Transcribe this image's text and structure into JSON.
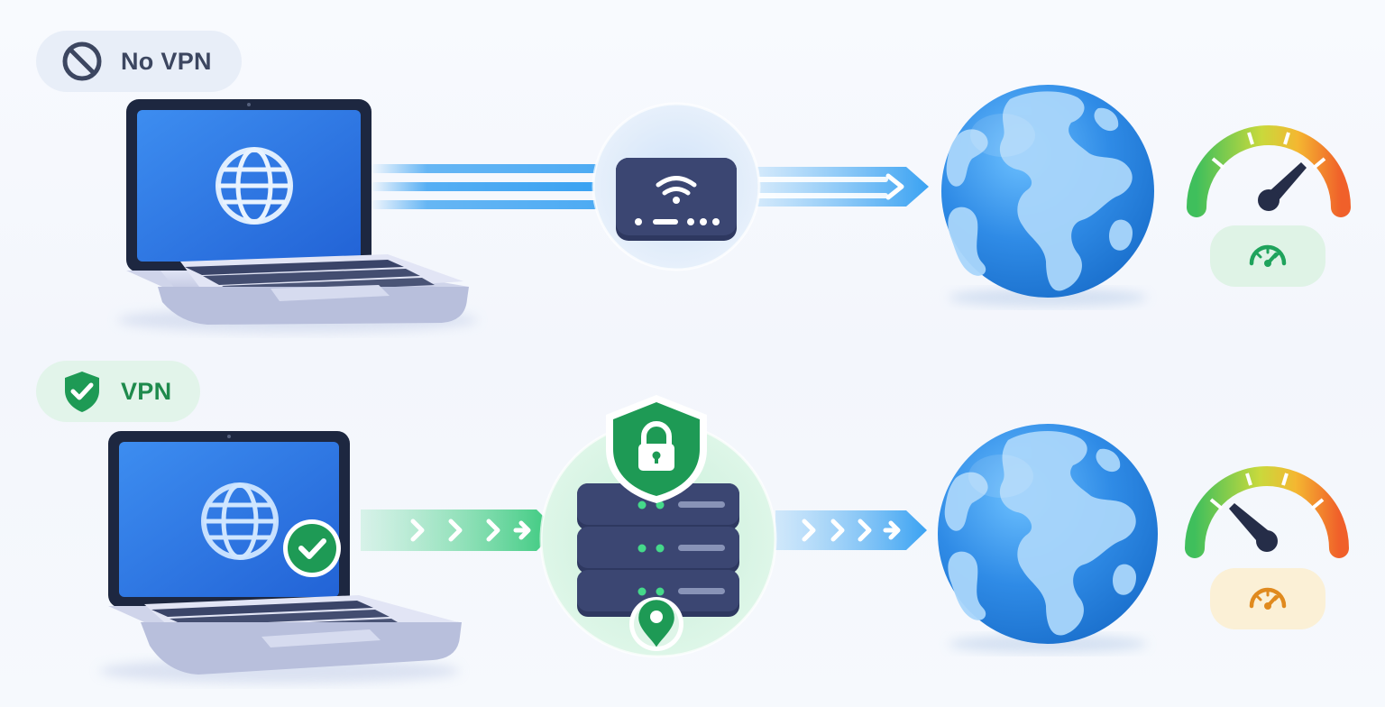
{
  "rows": {
    "no_vpn": {
      "label": "No VPN",
      "badge_icon": "prohibited-icon",
      "path": [
        "laptop-icon",
        "wifi-router-icon",
        "globe-icon",
        "speedometer-icon"
      ],
      "speed_badge_icon": "speedometer-icon",
      "speed_level": 0.75,
      "speed_badge_color": "#1fa35c"
    },
    "vpn": {
      "label": "VPN",
      "badge_icon": "shield-check-icon",
      "path": [
        "laptop-icon",
        "vpn-server-icon",
        "globe-icon",
        "speedometer-icon"
      ],
      "overlay_icons": [
        "check-circle-icon",
        "shield-lock-icon",
        "location-pin-icon"
      ],
      "speed_badge_icon": "speedometer-icon",
      "speed_level": 0.35,
      "speed_badge_color": "#e08a1e"
    }
  },
  "colors": {
    "blue_flow": "#3aa2f2",
    "green_flow": "#3bcf83",
    "vpn_green": "#1e9a55",
    "device_navy": "#3a4670",
    "globe_blue": "#2f8be6"
  }
}
